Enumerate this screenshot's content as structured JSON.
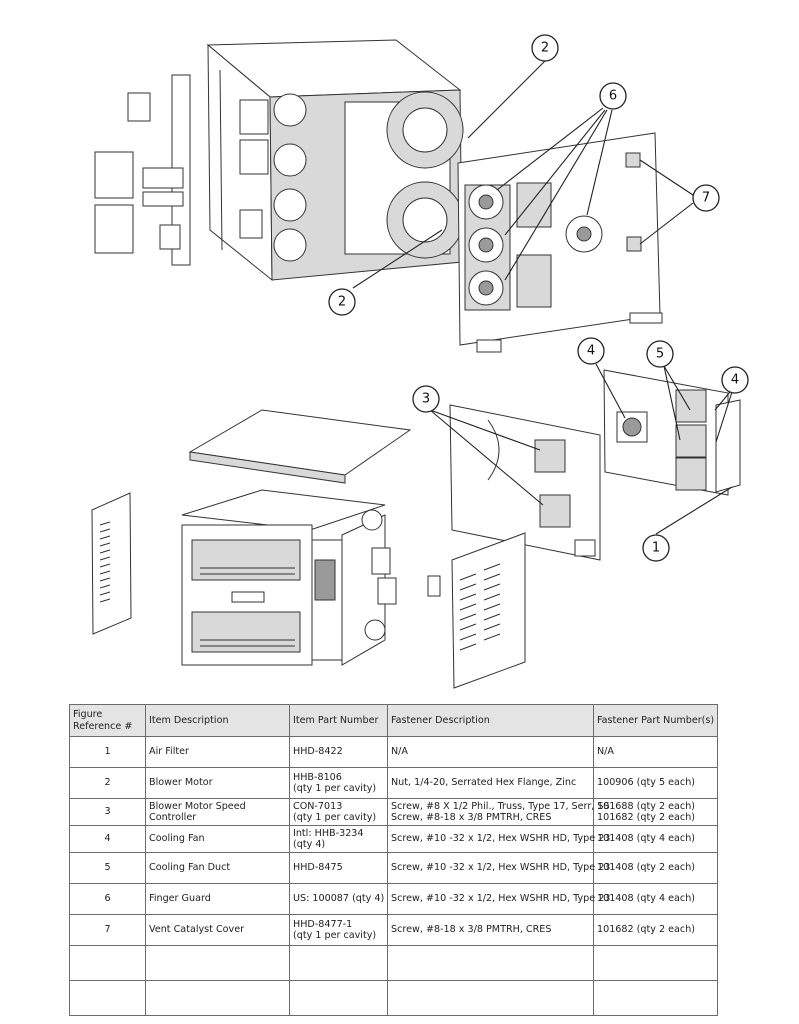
{
  "callouts": [
    {
      "label": "2"
    },
    {
      "label": "6"
    },
    {
      "label": "7"
    },
    {
      "label": "2"
    },
    {
      "label": "4"
    },
    {
      "label": "5"
    },
    {
      "label": "4"
    },
    {
      "label": "3"
    },
    {
      "label": "1"
    }
  ],
  "table": {
    "headers": [
      [
        "Figure",
        "Reference #"
      ],
      [
        "Item Description"
      ],
      [
        "Item Part Number"
      ],
      [
        "Fastener Description"
      ],
      [
        "Fastener Part Number(s)"
      ]
    ],
    "rows": [
      {
        "ref": "1",
        "description": "Air Filter",
        "part": [
          "HHD-8422"
        ],
        "fastener": [
          "N/A"
        ],
        "fastener_part": [
          "N/A"
        ]
      },
      {
        "ref": "2",
        "description": "Blower Motor",
        "part": [
          "HHB-8106",
          "(qty 1 per cavity)"
        ],
        "fastener": [
          "Nut, 1/4-20, Serrated Hex Flange, Zinc"
        ],
        "fastener_part": [
          "100906 (qty 5 each)"
        ]
      },
      {
        "ref": "3",
        "description": "Blower Motor Speed Controller",
        "part": [
          "CON-7013",
          "(qty 1 per cavity)"
        ],
        "fastener": [
          "Screw, #8 X 1/2 Phil., Truss, Type 17, Serr, SS",
          "Screw, #8-18 x 3/8 PMTRH, CRES"
        ],
        "fastener_part": [
          "101688 (qty 2 each)",
          "101682 (qty 2 each)"
        ]
      },
      {
        "ref": "4",
        "description": "Cooling Fan",
        "part": [
          "Intl: HHB-3234",
          "(qty 4)"
        ],
        "fastener": [
          "Screw, #10 -32 x 1/2, Hex WSHR HD, Type 23"
        ],
        "fastener_part": [
          "101408 (qty 4 each)"
        ]
      },
      {
        "ref": "5",
        "description": "Cooling Fan Duct",
        "part": [
          "HHD-8475"
        ],
        "fastener": [
          "Screw, #10 -32 x 1/2, Hex WSHR HD, Type 23"
        ],
        "fastener_part": [
          "101408 (qty 2 each)"
        ]
      },
      {
        "ref": "6",
        "description": "Finger Guard",
        "part": [
          "US: 100087 (qty 4)"
        ],
        "fastener": [
          "Screw, #10 -32 x 1/2, Hex WSHR HD, Type 23"
        ],
        "fastener_part": [
          "101408 (qty 4 each)"
        ]
      },
      {
        "ref": "7",
        "description": "Vent Catalyst Cover",
        "part": [
          "HHD-8477-1",
          "(qty 1 per cavity)"
        ],
        "fastener": [
          "Screw, #8-18 x 3/8 PMTRH, CRES"
        ],
        "fastener_part": [
          "101682 (qty 2 each)"
        ]
      },
      {
        "ref": "",
        "description": "",
        "part": [
          ""
        ],
        "fastener": [
          ""
        ],
        "fastener_part": [
          ""
        ]
      },
      {
        "ref": "",
        "description": "",
        "part": [
          ""
        ],
        "fastener": [
          ""
        ],
        "fastener_part": [
          ""
        ]
      }
    ]
  }
}
